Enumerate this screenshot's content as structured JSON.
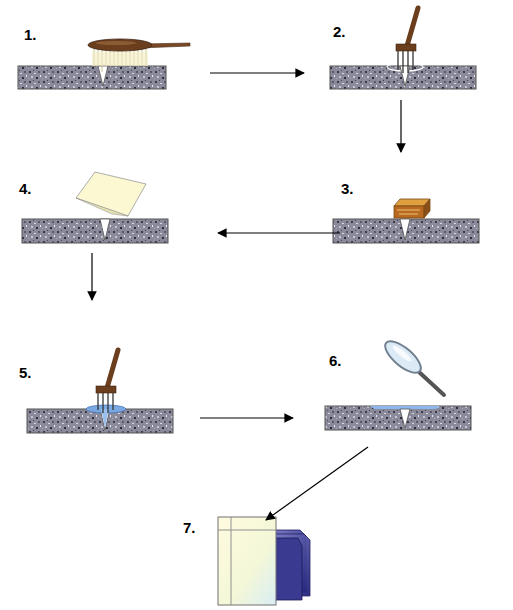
{
  "diagram": {
    "labels": [
      "1.",
      "2.",
      "3.",
      "4.",
      "5.",
      "6.",
      "7."
    ]
  }
}
